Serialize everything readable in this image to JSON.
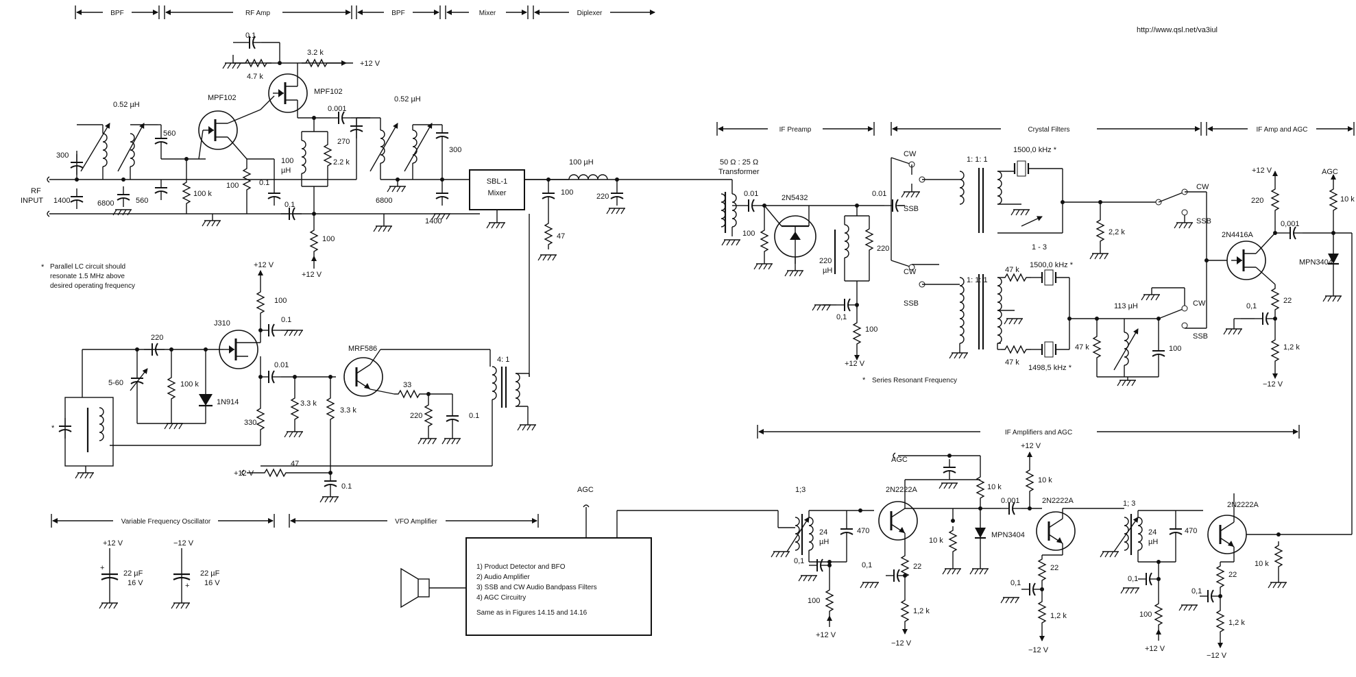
{
  "url": "http://www.qsl.net/va3iul",
  "stages": {
    "bpf1": "BPF",
    "rf_amp": "RF Amp",
    "bpf2": "BPF",
    "mixer": "Mixer",
    "diplexer": "Diplexer",
    "if_preamp": "IF Preamp",
    "crystal_filters": "Crystal Filters",
    "if_amp_agc": "IF Amp and AGC",
    "vfo": "Variable Frequency Oscillator",
    "vfo_amp": "VFO Amplifier",
    "if_amplifiers_agc": "IF Amplifiers and AGC"
  },
  "rf_input": [
    "RF",
    "INPUT"
  ],
  "note_lc": [
    "Parallel LC circuit should",
    "resonate 1.5 MHz above",
    "desired operating frequency"
  ],
  "note_series": "Series Resonant Frequency",
  "mixer_box": [
    "SBL-1",
    "Mixer"
  ],
  "transformer_note": [
    "50 Ω : 25 Ω",
    "Transformer"
  ],
  "parts": {
    "mpf102a": "MPF102",
    "mpf102b": "MPF102",
    "j310": "J310",
    "mrf586": "MRF586",
    "n5432": "2N5432",
    "n4416": "2N4416A",
    "mpn3404a": "MPN3404",
    "mpn3404b": "MPN3404",
    "n2222a": "2N2222A",
    "n2222b": "2N2222A",
    "n2222c": "2N2222A",
    "d1n914": "1N914"
  },
  "values": {
    "c01_top": "0.1",
    "r47k": "4.7 k",
    "r32k": "3.2 k",
    "v12_top": "+12 V",
    "l052a": "0.52 µH",
    "l052b": "0.52 µH",
    "c560a": "560",
    "c560b": "560",
    "c300a": "300",
    "c1400a": "1400",
    "c6800a": "6800",
    "r100k_rf": "100 k",
    "r100_rf": "100",
    "c01_rf": "0.1",
    "c0001a": "0.001",
    "l100uh": [
      "100",
      "µH"
    ],
    "r22k_rf": "2.2 k",
    "c01_rf2": "0.1",
    "r100_src": "100",
    "v12_rf": "+12 V",
    "c270": "270",
    "c300b": "300",
    "c6800b": "6800",
    "c1400b": "1400",
    "l100uh_dip": "100 µH",
    "c100_dip": "100",
    "c220_dip": "220",
    "r47_dip": "47",
    "v12_vfo": "+12 V",
    "r100_vfo": "100",
    "c01_vfo": "0.1",
    "c220_vfo": "220",
    "c560_vfo": "5-60",
    "r100k_vfo": "100 k",
    "star": "*",
    "r330": "330",
    "c001_vfo": "0.01",
    "r33k_a": "3.3 k",
    "r33k_b": "3.3 k",
    "r33": "33",
    "r220_vfo": "220",
    "c01_vfo2": "0.1",
    "t41": "4: 1",
    "v12_vfo2": "+12 V",
    "r47_vfo": "47",
    "c01_vfo3": "0.1",
    "c001_if": "0.01",
    "r100_if": "100",
    "l220uh": [
      "220",
      "µH"
    ],
    "r220_if": "220",
    "c001_if2": "0.01",
    "c01_if": "0,1",
    "r100_if2": "100",
    "v12_if": "+12 V",
    "cw1": "CW",
    "ssb1": "SSB",
    "t111a": "1: 1: 1",
    "x1500a": "1500,0 kHz *",
    "c13": "1 - 3",
    "r22k_xf": "2,2 k",
    "cw2": "CW",
    "ssb2": "SSB",
    "cw3": "CW",
    "ssb3": "SSB",
    "t111b": "1: 1: 1",
    "r47k_a": "47 k",
    "x1500b": "1500,0 kHz *",
    "r47k_b": "47 k",
    "x14985": "1498,5 kHz *",
    "l113uh": "113 µH",
    "r47k_c": "47 k",
    "c100_xf": "100",
    "cw4": "CW",
    "ssb4": "SSB",
    "v12_agc": "+12 V",
    "agc1": "AGC",
    "r220_agc": "220",
    "c0001_agc": "0,001",
    "r10k_agc": "10 k",
    "r22_agc": "22",
    "c01_agc": "0,1",
    "r12k_agc": "1,2 k",
    "vneg12_agc": "−12 V",
    "agc2": "AGC",
    "v12_ifa": "+12 V",
    "t13a": "1;3",
    "l24a": [
      "24",
      "µH"
    ],
    "c470a": "470",
    "c01_ifa": "0,1",
    "r100_ifa": "100",
    "v12_ifa_b": "+12 V",
    "r22_ifa": "22",
    "c01_ifa2": "0,1",
    "r12k_ifa": "1,2 k",
    "vneg12_ifa": "−12 V",
    "r10k_ifa": "10 k",
    "r10k_ifa2": "10 k",
    "c0001_ifa": "0.001",
    "r10k_ifa3": "10 k",
    "r22_ifb": "22",
    "c01_ifb": "0,1",
    "r12k_ifb": "1,2 k",
    "vneg12_ifb": "−12 V",
    "t13b": "1; 3",
    "l24b": [
      "24",
      "µH"
    ],
    "c470b": "470",
    "c01_ifc": "0,1",
    "r100_ifc": "100",
    "v12_ifc": "+12 V",
    "r22_ifc": "22",
    "c01_ifc2": "0,1",
    "r12k_ifc": "1,2 k",
    "vneg12_ifc": "−12 V",
    "r10k_ifc": "10 k",
    "v12_cap": "+12 V",
    "c22a": [
      "22 µF",
      "16 V"
    ],
    "vneg12_cap": "−12 V",
    "c22b": [
      "22 µF",
      "16 V"
    ],
    "agc3": "AGC"
  },
  "audio_box": [
    "1) Product Detector and BFO",
    "2) Audio Amplifier",
    "3) SSB and CW Audio Bandpass Filters",
    "4) AGC Circuitry",
    "Same as in Figures 14.15 and 14.16"
  ]
}
